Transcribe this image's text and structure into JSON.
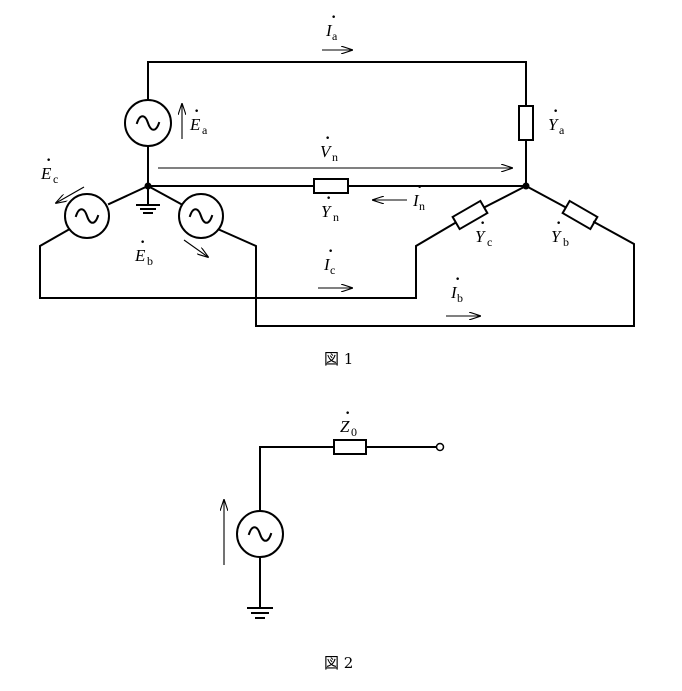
{
  "figure1": {
    "caption": "図 1",
    "labels": {
      "Ia": {
        "main": "I",
        "sub": "a"
      },
      "Ea": {
        "main": "E",
        "sub": "a"
      },
      "Ya": {
        "main": "Y",
        "sub": "a"
      },
      "Vn": {
        "main": "V",
        "sub": "n"
      },
      "Ec": {
        "main": "E",
        "sub": "c"
      },
      "In": {
        "main": "I",
        "sub": "n"
      },
      "Yn": {
        "main": "Y",
        "sub": "n"
      },
      "Yc": {
        "main": "Y",
        "sub": "c"
      },
      "Yb": {
        "main": "Y",
        "sub": "b"
      },
      "Eb": {
        "main": "E",
        "sub": "b"
      },
      "Ic": {
        "main": "I",
        "sub": "c"
      },
      "Ib": {
        "main": "I",
        "sub": "b"
      }
    }
  },
  "figure2": {
    "caption": "図 2",
    "labels": {
      "Z0": {
        "main": "Z",
        "sub": "0"
      }
    }
  }
}
